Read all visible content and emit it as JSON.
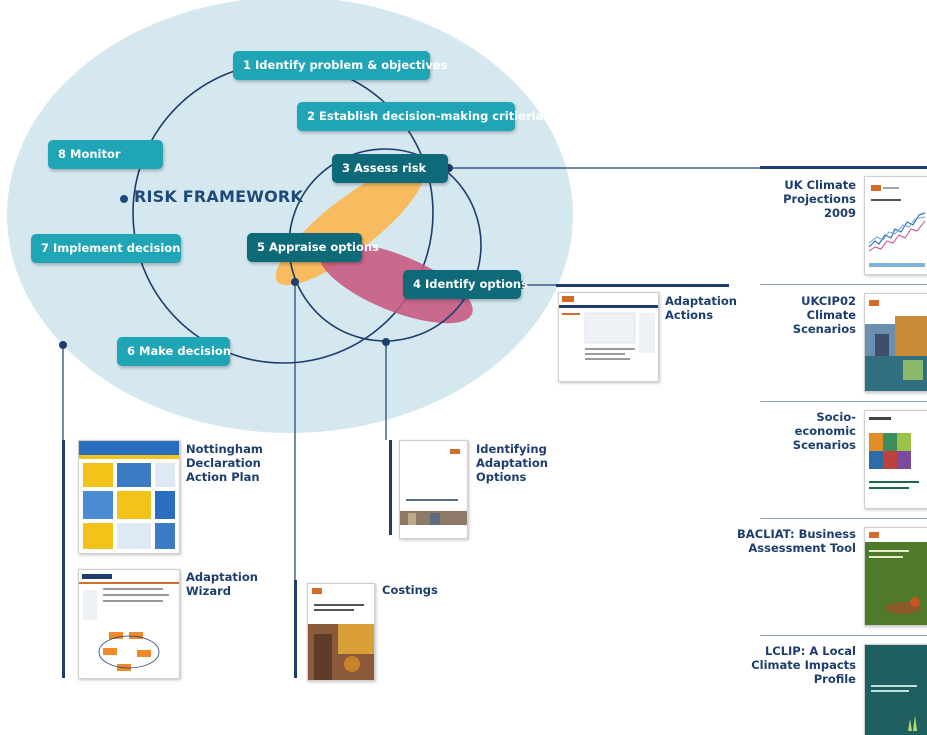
{
  "framework": {
    "title": "RISK FRAMEWORK",
    "steps": [
      {
        "label": "1  Identify problem & objectives"
      },
      {
        "label": "2  Establish decision-making critieria"
      },
      {
        "label": "3  Assess risk"
      },
      {
        "label": "4  Identify options"
      },
      {
        "label": "5  Appraise options"
      },
      {
        "label": "6  Make decision"
      },
      {
        "label": "7  Implement decision"
      },
      {
        "label": "8  Monitor"
      }
    ]
  },
  "resources_right": [
    {
      "label": "UK Climate Projections 2009"
    },
    {
      "label": "UKCIP02 Climate Scenarios"
    },
    {
      "label": "Socio-economic Scenarios"
    },
    {
      "label": "BACLIAT: Business Assessment Tool"
    },
    {
      "label": "LCLIP: A Local Climate Impacts Profile"
    }
  ],
  "resources_other": {
    "adaptation_actions": "Adaptation Actions",
    "identifying_options": "Identifying Adaptation Options",
    "costings": "Costings",
    "nottingham": "Nottingham Declaration Action Plan",
    "wizard": "Adaptation Wizard"
  },
  "colors": {
    "ellipse": "#d5e8ef",
    "step_light": "#1fa5b6",
    "step_dark": "#0e6a79",
    "orange_blob": "#fbb653",
    "pink_blob": "#c7567f",
    "navy": "#1d3d6e"
  }
}
